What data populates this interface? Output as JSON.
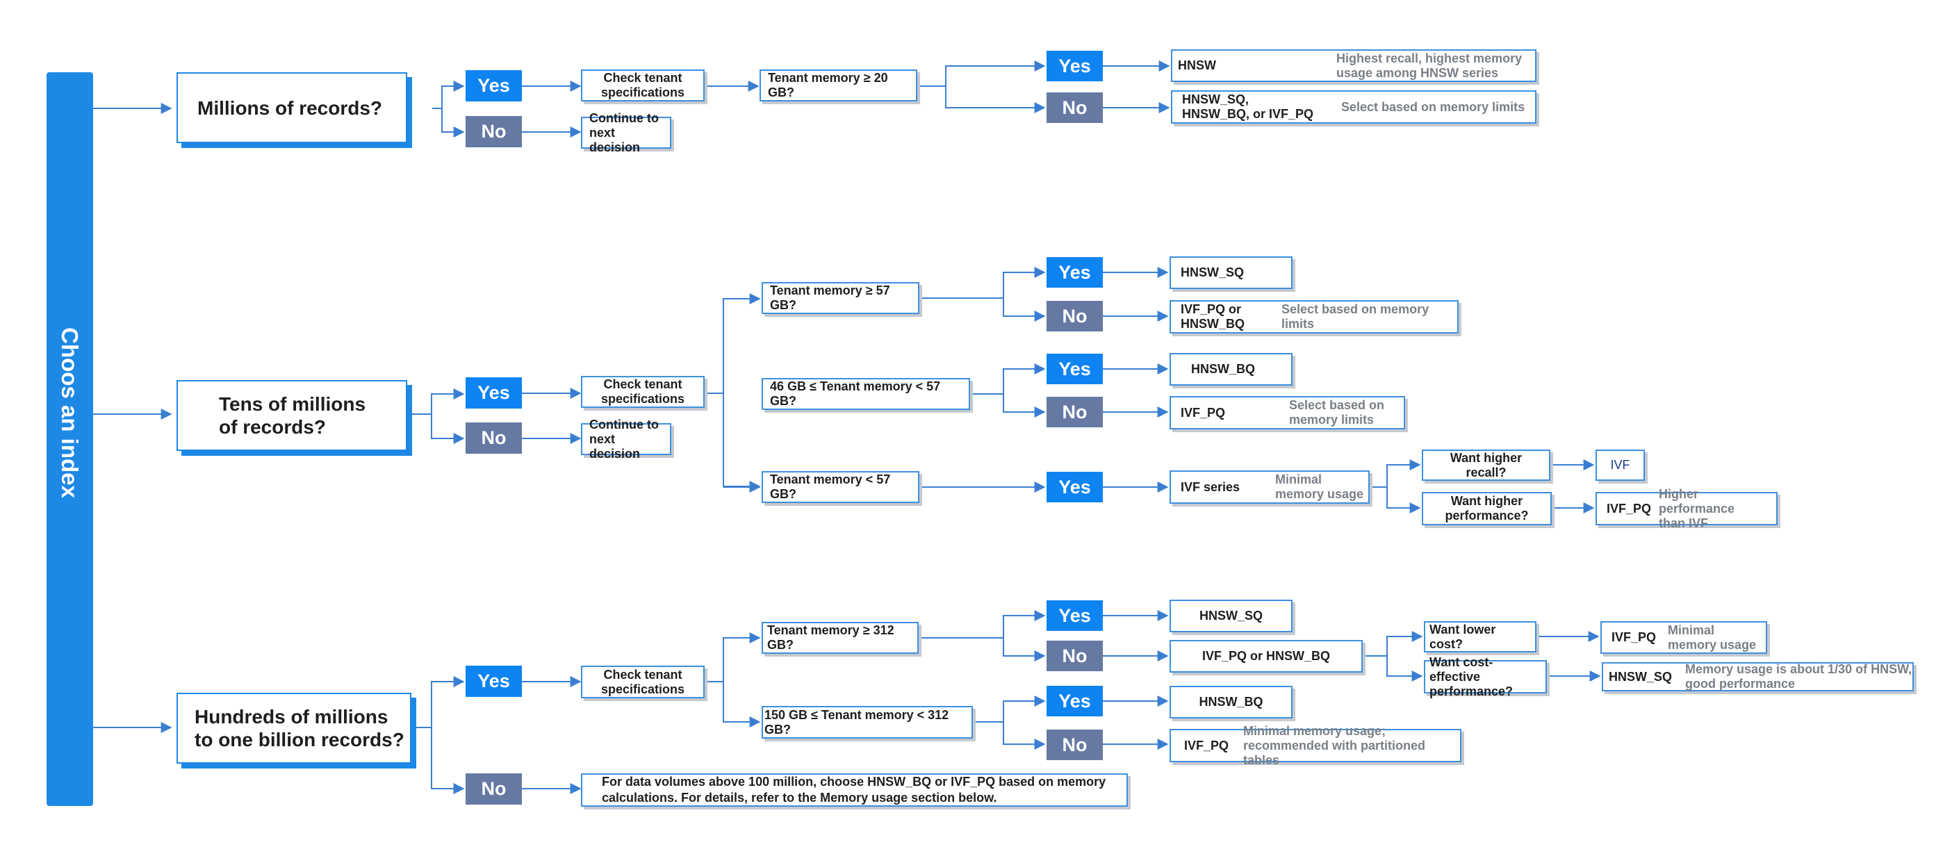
{
  "sidebar": {
    "label": "Choos an index"
  },
  "yes_label": "Yes",
  "no_label": "No",
  "b1": {
    "question": [
      "Millions of records?"
    ],
    "check": [
      "Check tenant",
      "specifications"
    ],
    "continue": [
      "Continue to",
      "next decision"
    ],
    "condition": "Tenant memory ≥ 20 GB?",
    "yes_result": {
      "label": [
        "HNSW"
      ],
      "desc": [
        "Highest recall, highest memory",
        "usage among HNSW series"
      ]
    },
    "no_result": {
      "label": [
        "HNSW_SQ,",
        "HNSW_BQ, or IVF_PQ"
      ],
      "desc": [
        "Select based on memory limits"
      ]
    }
  },
  "b2": {
    "question": [
      "Tens of millions",
      "of records?"
    ],
    "check": [
      "Check tenant",
      "specifications"
    ],
    "continue": [
      "Continue to",
      "next decision"
    ],
    "c1": {
      "condition": "Tenant memory ≥ 57 GB?",
      "yes_result": {
        "label": [
          "HNSW_SQ"
        ]
      },
      "no_result": {
        "label": [
          "IVF_PQ or",
          "HNSW_BQ"
        ],
        "desc": [
          "Select based on memory limits"
        ]
      }
    },
    "c2": {
      "condition": "46 GB ≤ Tenant memory  < 57 GB?",
      "yes_result": {
        "label": [
          "HNSW_BQ"
        ]
      },
      "no_result": {
        "label": [
          "IVF_PQ"
        ],
        "desc": [
          "Select based on",
          "memory limits"
        ]
      }
    },
    "c3": {
      "condition": "Tenant memory  < 57 GB?",
      "yes_result": {
        "label": [
          "IVF series"
        ],
        "desc": [
          "Minimal",
          "memory usage"
        ]
      },
      "q1": {
        "text": [
          "Want higher recall?"
        ],
        "result": {
          "label": [
            "IVF"
          ]
        }
      },
      "q2": {
        "text": [
          "Want higher",
          "performance?"
        ],
        "result": {
          "label": [
            "IVF_PQ"
          ],
          "desc": [
            "Higher performance",
            "than IVF"
          ]
        }
      }
    }
  },
  "b3": {
    "question": [
      "Hundreds of millions",
      "to one billion records?"
    ],
    "check": [
      "Check tenant",
      "specifications"
    ],
    "c1": {
      "condition": "Tenant memory ≥ 312 GB?",
      "yes_result": {
        "label": [
          "HNSW_SQ"
        ]
      },
      "no_result": {
        "label": [
          "IVF_PQ or HNSW_BQ"
        ]
      },
      "q1": {
        "text": [
          "Want lower cost?"
        ],
        "result": {
          "label": [
            "IVF_PQ"
          ],
          "desc": [
            "Minimal",
            "memory usage"
          ]
        }
      },
      "q2": {
        "text": [
          "Want cost-effective",
          "performance?"
        ],
        "result": {
          "label": [
            "HNSW_SQ"
          ],
          "desc": [
            "Memory usage is about 1/30 of HNSW,",
            "good performance"
          ]
        }
      }
    },
    "c2": {
      "condition": "150 GB ≤ Tenant memory  < 312 GB?",
      "yes_result": {
        "label": [
          "HNSW_BQ"
        ]
      },
      "no_result": {
        "label": [
          "IVF_PQ"
        ],
        "desc": [
          "Minimal memory usage;",
          "recommended with partitioned tables"
        ]
      }
    },
    "no_note": [
      "For data volumes above 100 million, choose HNSW_BQ or IVF_PQ based on memory",
      "calculations. For details, refer to the Memory usage section below."
    ]
  }
}
